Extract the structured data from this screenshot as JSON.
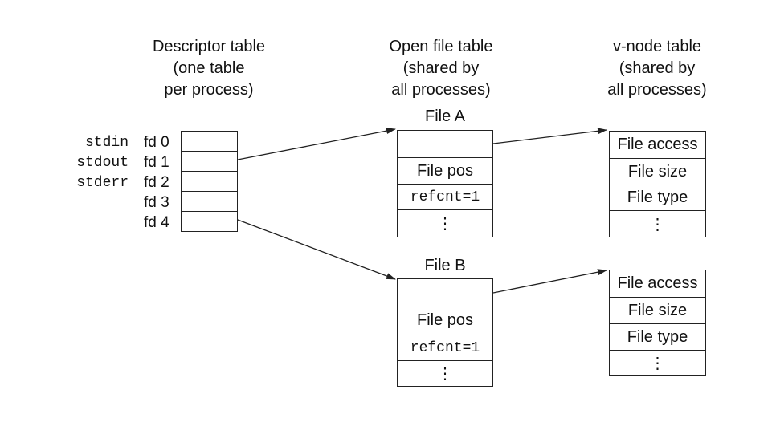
{
  "headings": {
    "descriptor": [
      "Descriptor table",
      "(one table",
      "per process)"
    ],
    "open_file": [
      "Open file table",
      "(shared by",
      "all processes)"
    ],
    "vnode": [
      "v-node table",
      "(shared by",
      "all processes)"
    ]
  },
  "streams": [
    "stdin",
    "stdout",
    "stderr"
  ],
  "fds": [
    "fd 0",
    "fd 1",
    "fd 2",
    "fd 3",
    "fd 4"
  ],
  "file_a": {
    "title": "File A",
    "pos": "File pos",
    "refcnt": "refcnt=1",
    "more": "⋮"
  },
  "file_b": {
    "title": "File B",
    "pos": "File pos",
    "refcnt": "refcnt=1",
    "more": "⋮"
  },
  "vnode_a": {
    "access": "File access",
    "size": "File size",
    "type": "File type",
    "more": "⋮"
  },
  "vnode_b": {
    "access": "File access",
    "size": "File size",
    "type": "File type",
    "more": "⋮"
  },
  "colors": {
    "line": "#222222",
    "text": "#111111"
  }
}
